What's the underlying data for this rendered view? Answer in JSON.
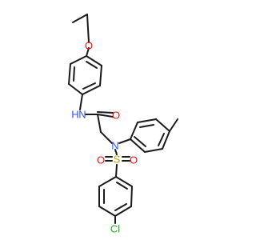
{
  "colors": {
    "bond": "#1a1a1a",
    "oxygen": "#ff0d0d",
    "nitrogen": "#3050f8",
    "sulfur": "#b8a200",
    "chlorine": "#1fae1f",
    "carbon": "#1a1a1a",
    "background": "#ffffff"
  },
  "atoms": {
    "ether_oxygen": "O",
    "amide_nitrogen": "N",
    "amide_hydrogen": "H",
    "carbonyl_oxygen": "O",
    "sulfonamide_nitrogen": "N",
    "sulfur": "S",
    "sulfonyl_oxygen_left": "O",
    "sulfonyl_oxygen_right": "O",
    "chlorine": "Cl"
  }
}
